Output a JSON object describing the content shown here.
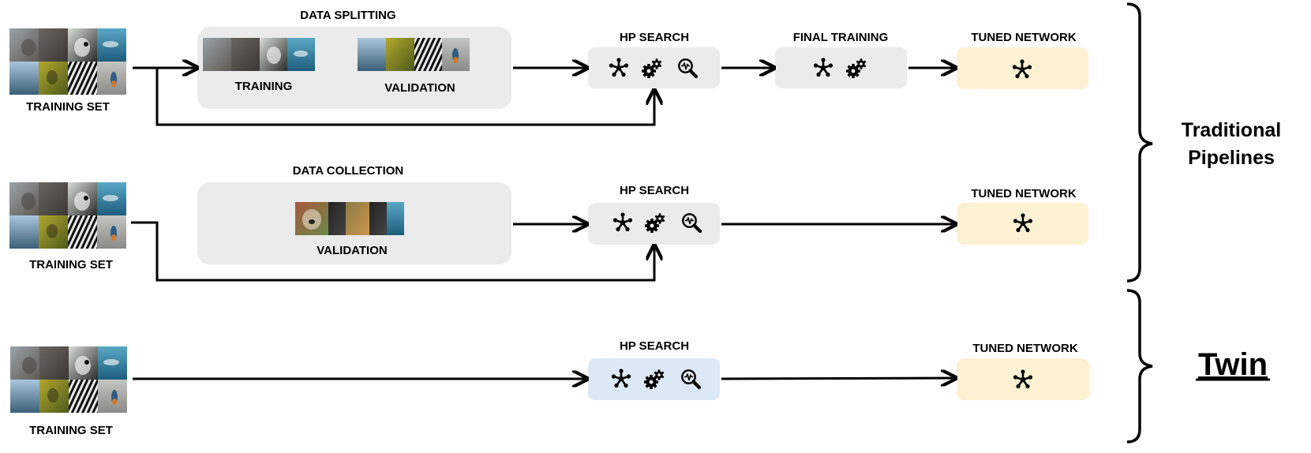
{
  "rows": [
    {
      "id": "row1",
      "training_set_label": "TRAINING SET",
      "group": {
        "title": "DATA SPLITTING",
        "sub_labels": [
          "TRAINING",
          "VALIDATION"
        ]
      },
      "hp_search_label": "HP SEARCH",
      "final_training_label": "FINAL TRAINING",
      "tuned_label": "TUNED NETWORK"
    },
    {
      "id": "row2",
      "training_set_label": "TRAINING SET",
      "group": {
        "title": "DATA COLLECTION",
        "sub_labels": [
          "VALIDATION"
        ]
      },
      "hp_search_label": "HP SEARCH",
      "tuned_label": "TUNED NETWORK"
    },
    {
      "id": "row3",
      "training_set_label": "TRAINING SET",
      "hp_search_label": "HP SEARCH",
      "tuned_label": "TUNED NETWORK"
    }
  ],
  "brace_labels": {
    "traditional_line1": "Traditional",
    "traditional_line2": "Pipelines",
    "twin": "Twin"
  },
  "colors": {
    "gray_box": "#ebebeb",
    "blue_box": "#dce8f5",
    "tuned_box": "#fcf1d2",
    "line": "#000000"
  },
  "icons": [
    "network-icon",
    "gears-icon",
    "magnifier-pulse-icon"
  ]
}
